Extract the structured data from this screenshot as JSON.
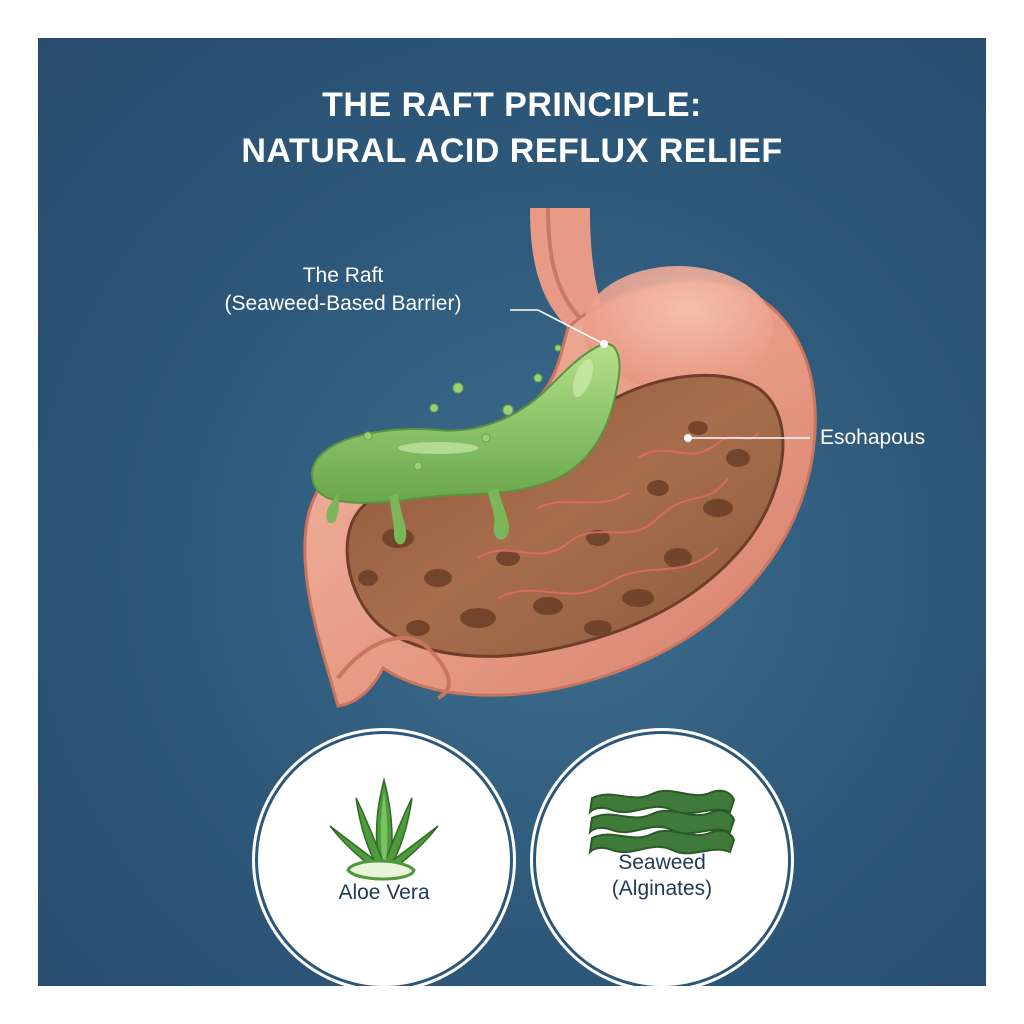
{
  "title": {
    "line1": "THE RAFT PRINCIPLE:",
    "line2": "NATURAL ACID REFLUX RELIEF"
  },
  "labels": {
    "raft_line1": "The Raft",
    "raft_line2": "(Seaweed-Based Barrier)",
    "esophagus": "Esohapous"
  },
  "ingredients": [
    {
      "name": "Aloe Vera",
      "icon": "aloe-vera-icon"
    },
    {
      "name_line1": "Seaweed",
      "name_line2": "(Alginates)",
      "icon": "seaweed-icon"
    }
  ],
  "colors": {
    "background": "#2f5a7c",
    "stomach": "#e8a08c",
    "raft_gel": "#8cc46a",
    "contents": "#9b6a4c"
  }
}
